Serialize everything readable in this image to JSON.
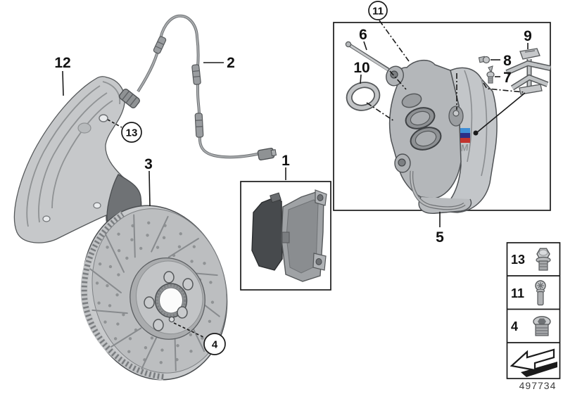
{
  "callouts": {
    "plain": [
      {
        "id": "12"
      },
      {
        "id": "2"
      },
      {
        "id": "3"
      },
      {
        "id": "1"
      },
      {
        "id": "6"
      },
      {
        "id": "10"
      },
      {
        "id": "8"
      },
      {
        "id": "7"
      },
      {
        "id": "9"
      },
      {
        "id": "5"
      }
    ],
    "circled": [
      {
        "id": "13"
      },
      {
        "id": "4"
      },
      {
        "id": "11"
      }
    ]
  },
  "legend": {
    "rows": [
      {
        "label": "13",
        "icon": "flange-bolt-icon"
      },
      {
        "label": "11",
        "icon": "pan-head-screw-icon"
      },
      {
        "label": "4",
        "icon": "screw-plug-icon"
      }
    ],
    "footer_icon": "direction-of-travel-arrow-icon"
  },
  "part_number": "497734",
  "badge": {
    "letter": "M",
    "stripe_colors": [
      "#3f8fd6",
      "#2b2e86",
      "#c2342e"
    ]
  }
}
